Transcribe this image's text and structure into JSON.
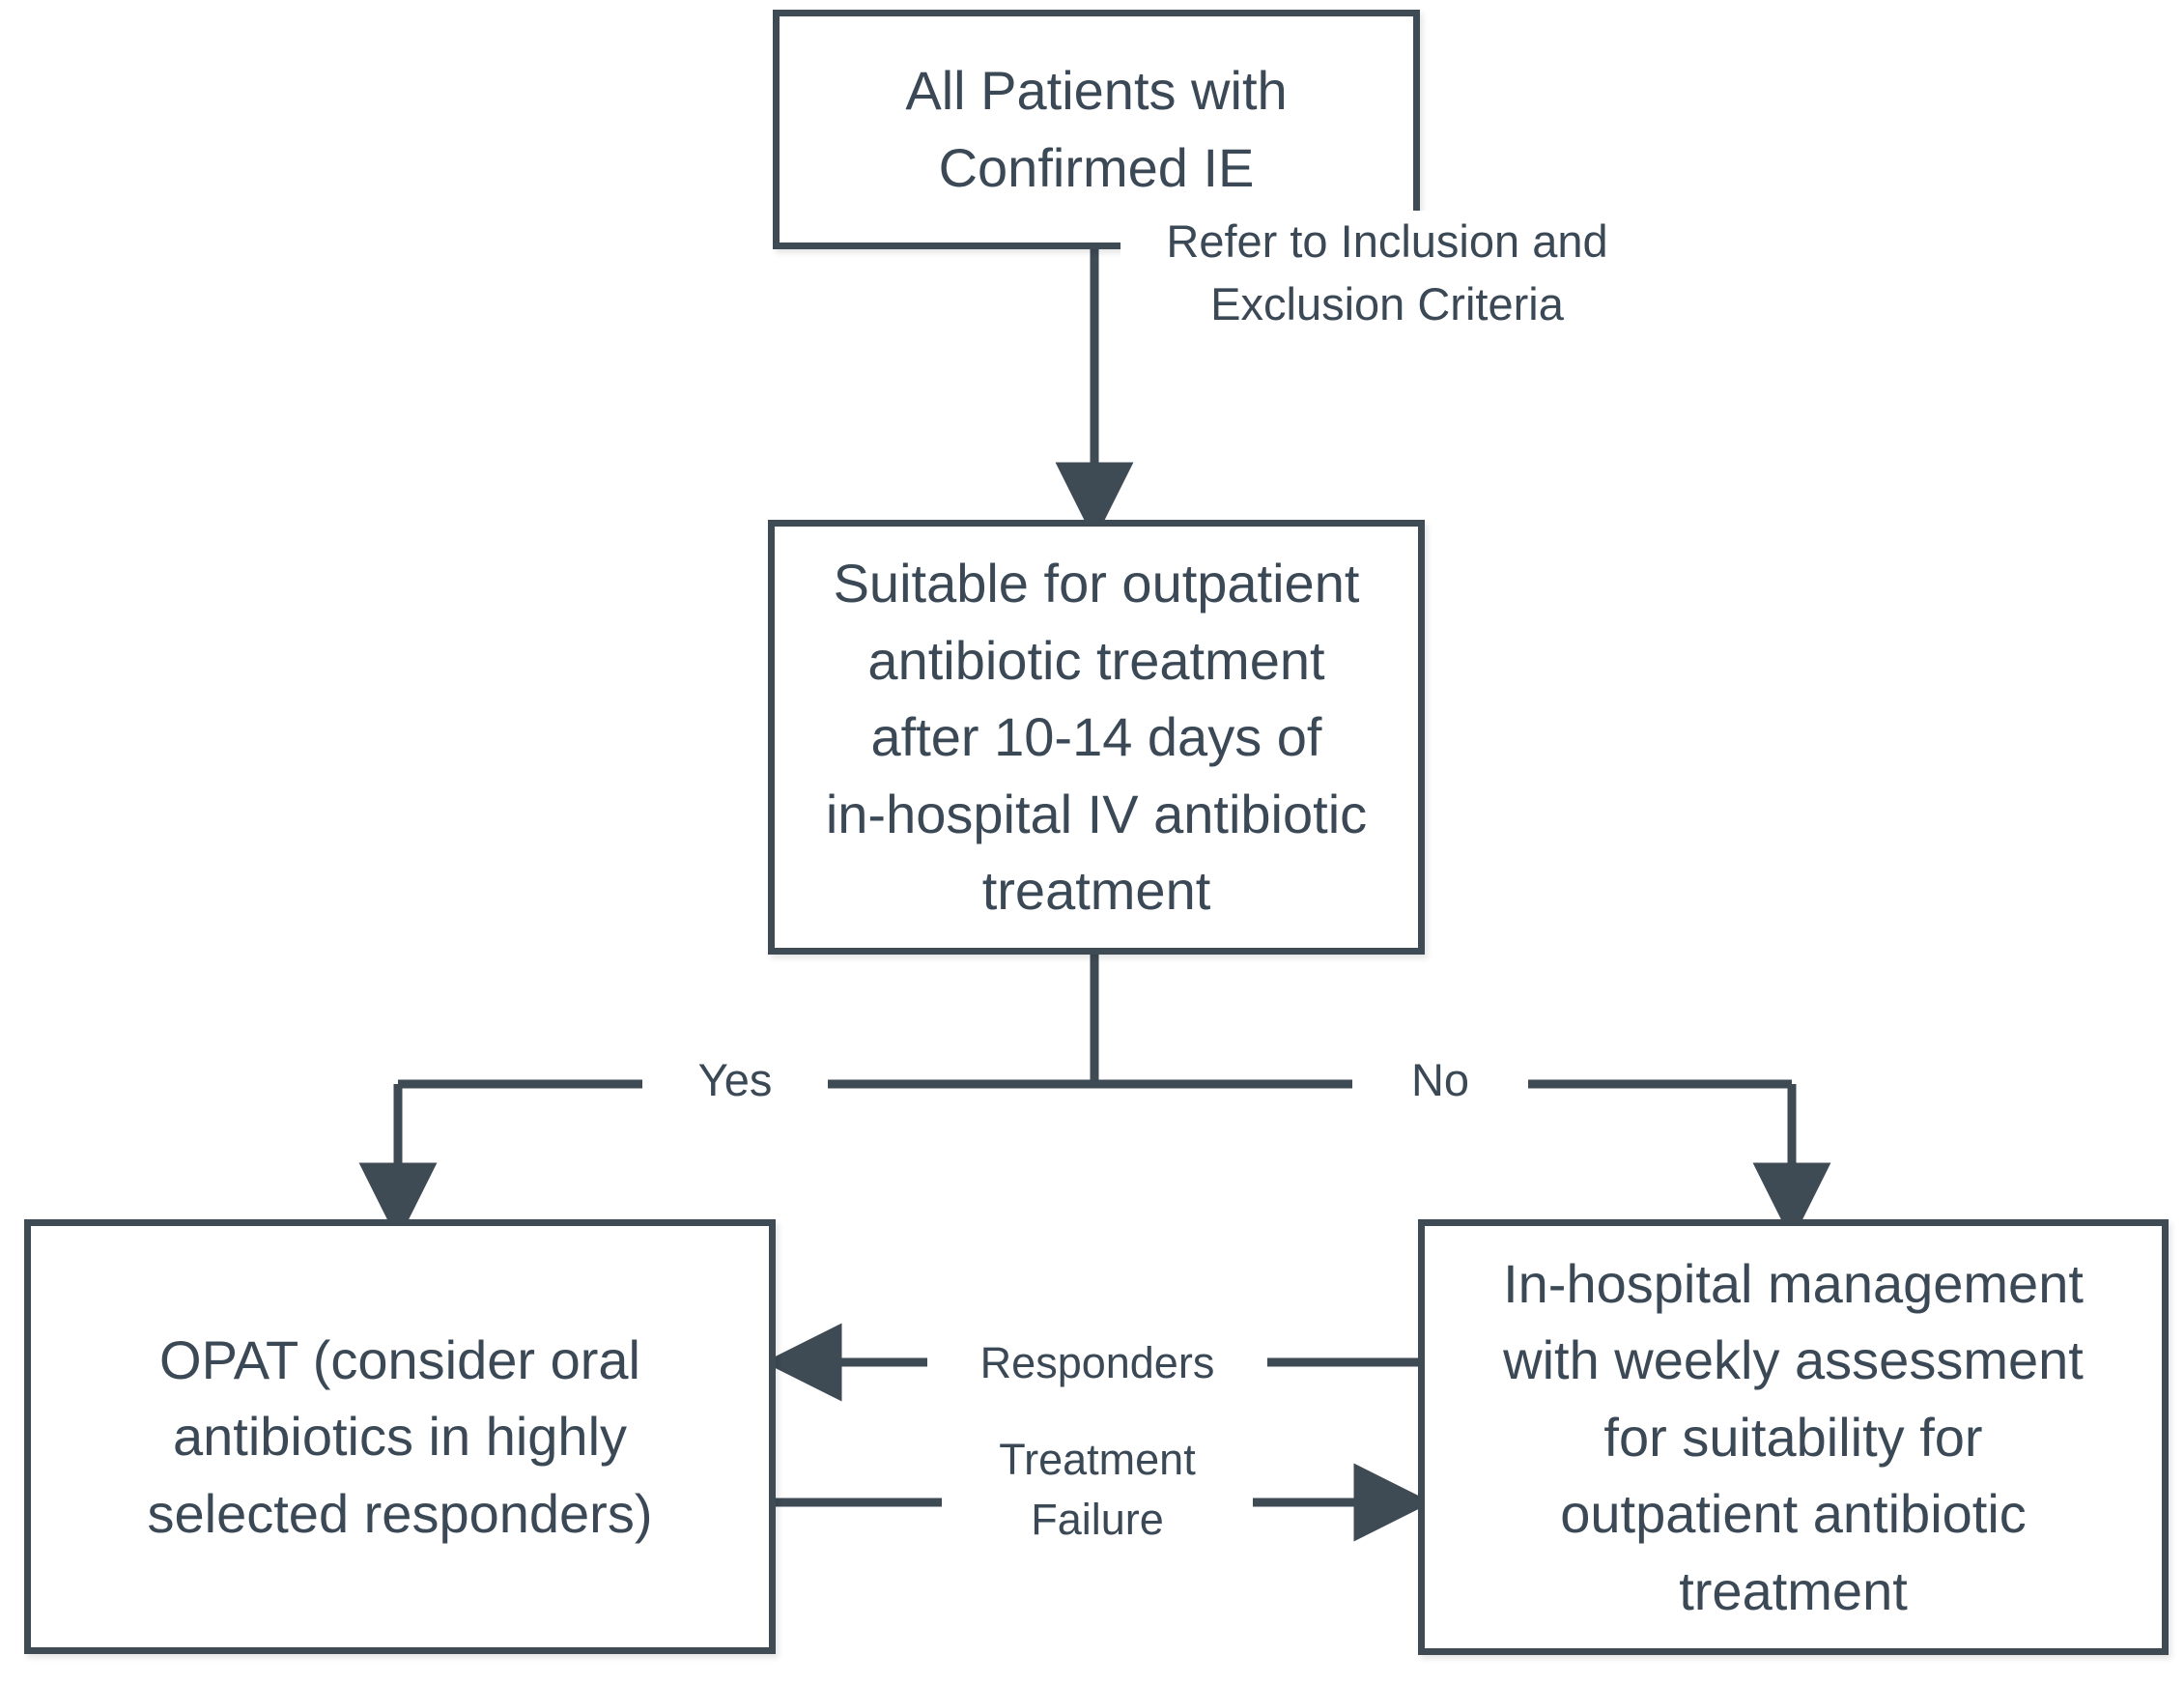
{
  "diagram": {
    "title": "OPAT pathway for confirmed infective endocarditis",
    "colors": {
      "stroke": "#3e4a54",
      "text": "#3b4855",
      "background": "#ffffff"
    },
    "nodes": [
      {
        "id": "start",
        "text": "All Patients with\nConfirmed IE"
      },
      {
        "id": "decision",
        "text": "Suitable for outpatient\nantibiotic treatment\nafter 10-14 days of\nin-hospital IV antibiotic\ntreatment"
      },
      {
        "id": "opat",
        "text": "OPAT (consider oral\nantibiotics in highly\nselected responders)"
      },
      {
        "id": "inhosp",
        "text": "In-hospital management\nwith weekly assessment\nfor suitability for\noutpatient antibiotic\ntreatment"
      }
    ],
    "edge_labels": {
      "criteria": "Refer to Inclusion and\nExclusion Criteria",
      "yes": "Yes",
      "no": "No",
      "responders": "Responders",
      "treatment_failure": "Treatment\nFailure"
    }
  }
}
